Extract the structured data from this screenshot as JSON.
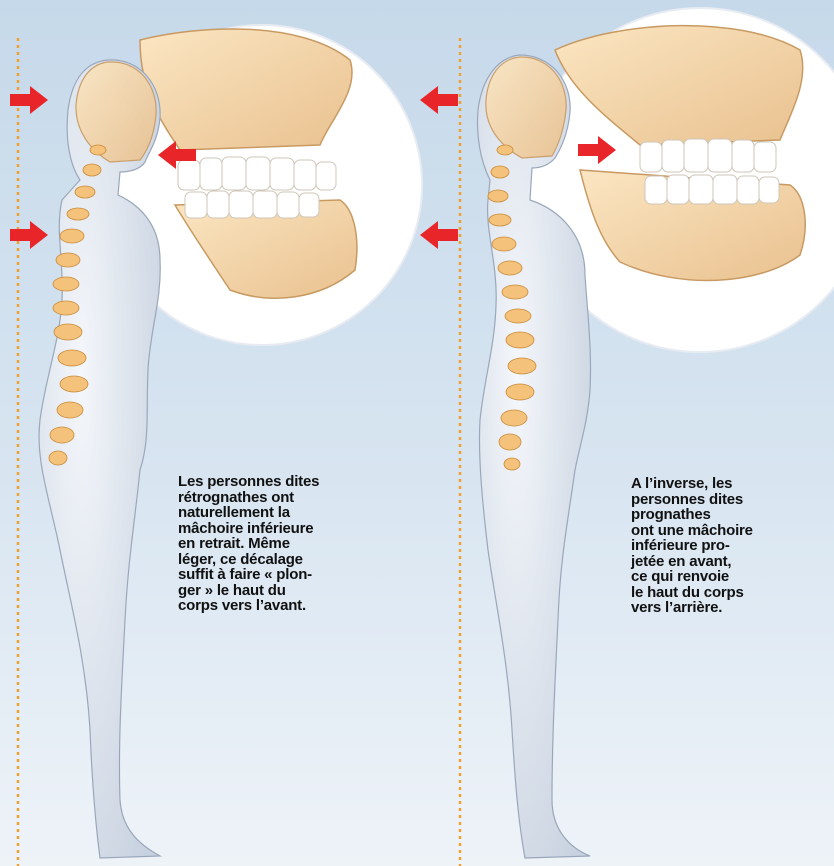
{
  "captions": {
    "left": {
      "lines": [
        "Les personnes dites",
        "rétrognathes ont",
        "naturellement la",
        "mâchoire inférieure",
        "en retrait. Même",
        "léger, ce décalage",
        "suffit à faire « plon-",
        "ger » le haut du",
        "corps vers l’avant."
      ]
    },
    "right": {
      "lines": [
        "A l’inverse, les",
        "personnes dites",
        "prognathes",
        "ont une mâchoire",
        "inférieure pro-",
        "jetée en avant,",
        "ce qui renvoie",
        "le haut du corps",
        "vers l’arrière."
      ]
    }
  },
  "colors": {
    "arrow": "#e8262a",
    "plumb_line": "#f0a030",
    "spine": "#f4c27a",
    "body": "#e9eef6",
    "background": "#c9dced"
  },
  "arrows": {
    "left_panel": [
      "head-arrow-right",
      "jaw-arrow-left",
      "back-arrow-right"
    ],
    "right_panel": [
      "head-arrow-left",
      "jaw-arrow-right",
      "back-arrow-left"
    ]
  }
}
